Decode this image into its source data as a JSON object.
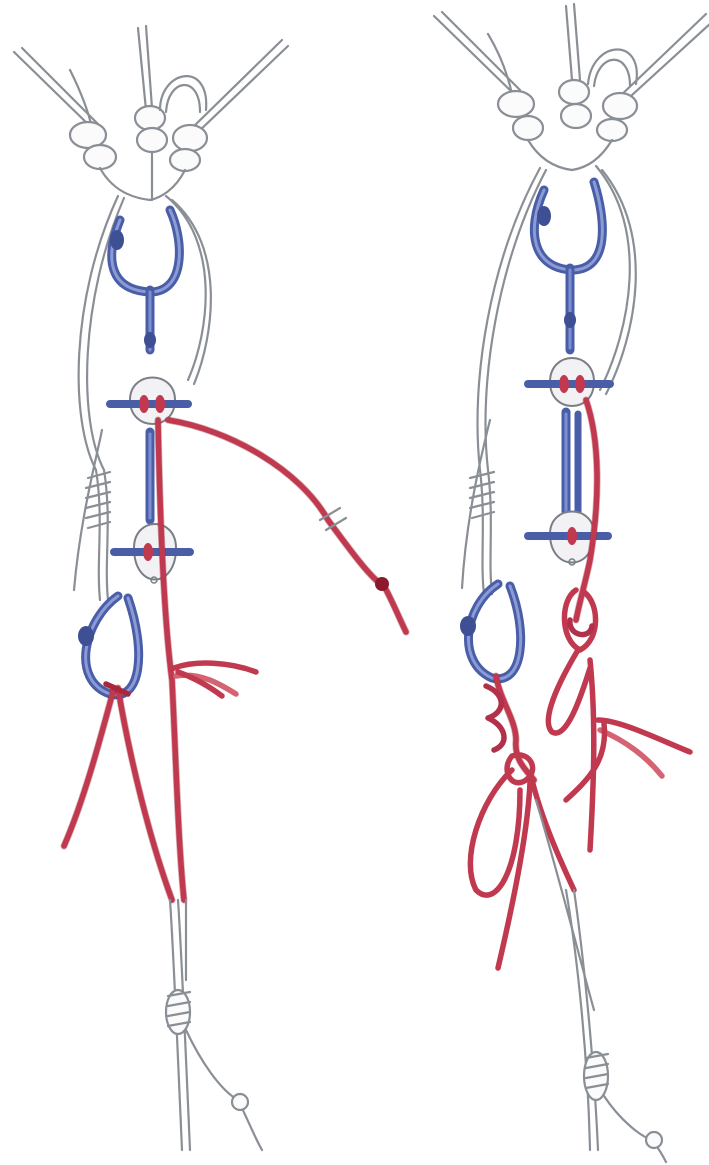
{
  "illustration": {
    "description_visible_text": "",
    "colors": {
      "background": "#ffffff",
      "white_rope": "#8a8f96",
      "red_rope": "#c0394f",
      "hardware_blue": "#4a5ea8",
      "plate_fill": "#f2f2f4"
    },
    "panels": [
      {
        "id": "left",
        "content": "anchor-with-belay-plate-and-tails"
      },
      {
        "id": "right",
        "content": "anchor-with-belay-plate-and-knotted-loops"
      }
    ]
  }
}
